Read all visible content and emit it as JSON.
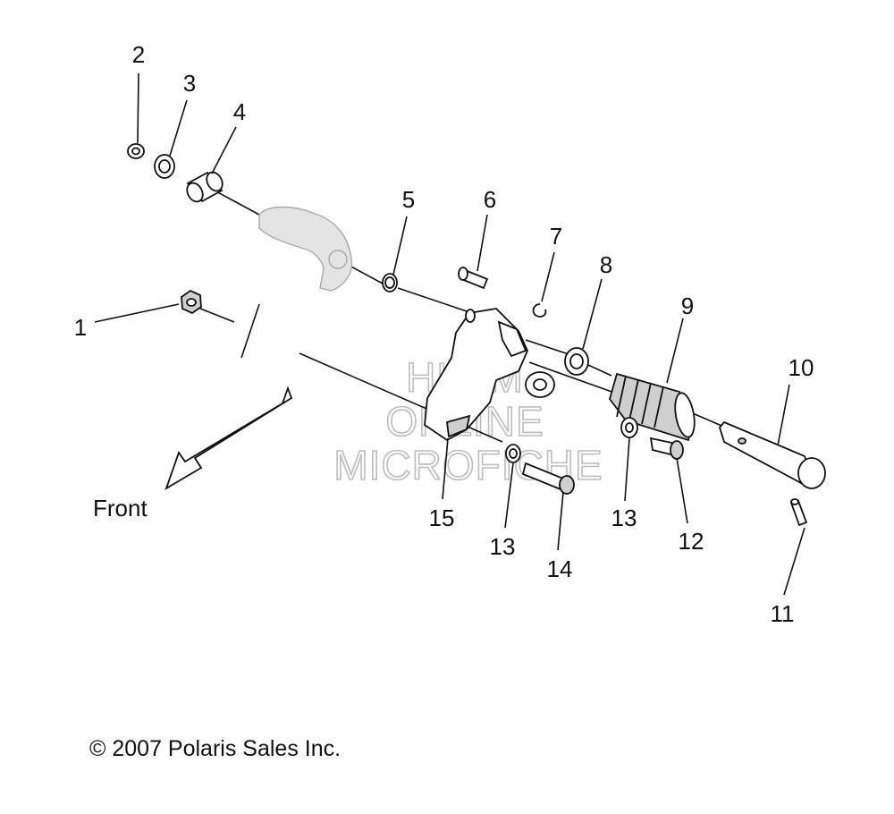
{
  "callouts": {
    "c1": "1",
    "c2": "2",
    "c3": "3",
    "c4": "4",
    "c5": "5",
    "c6": "6",
    "c7": "7",
    "c8": "8",
    "c9": "9",
    "c10": "10",
    "c11": "11",
    "c12": "12",
    "c13a": "13",
    "c13b": "13",
    "c14": "14",
    "c15": "15"
  },
  "front_label": "Front",
  "copyright": "© 2007 Polaris Sales Inc.",
  "watermark": [
    "HLSM",
    "ONLINE",
    "MICROFICHE"
  ],
  "colors": {
    "ink": "#111111",
    "watermark": "#bdbdbd",
    "ghost_part": "#aaaaaa"
  }
}
